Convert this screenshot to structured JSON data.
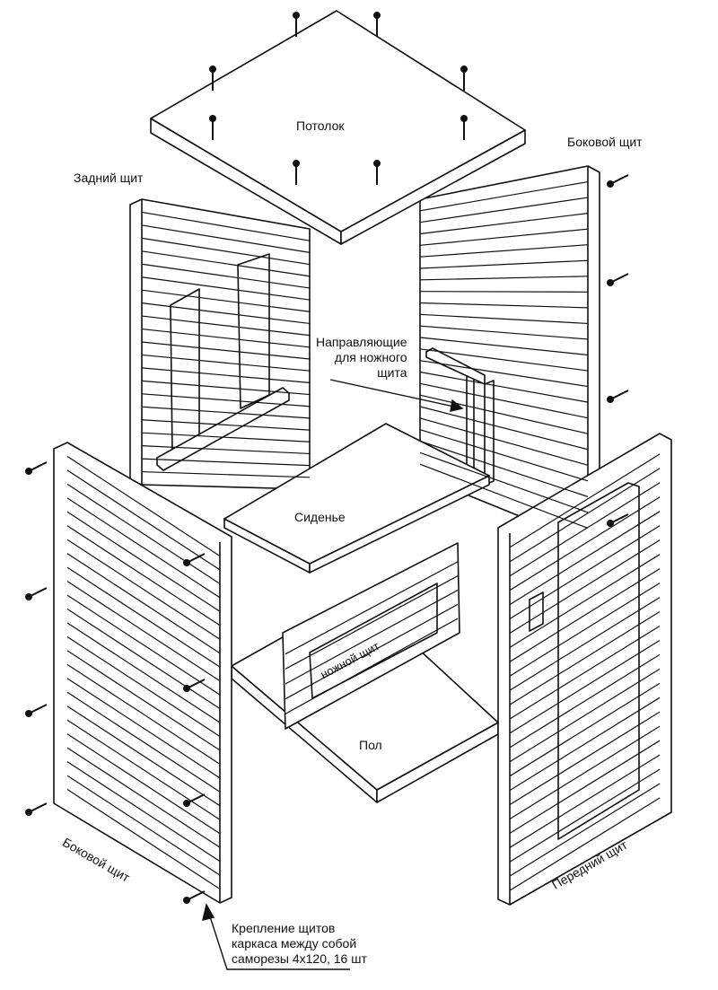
{
  "labels": {
    "ceiling": "Потолок",
    "side_panel_right": "Боковой щит",
    "back_panel": "Задний щит",
    "guides_line1": "Направляющие",
    "guides_line2": "для ножного",
    "guides_line3": "щита",
    "seat": "Сиденье",
    "foot_panel": "ножной щит",
    "floor": "Пол",
    "side_panel_left": "Боковой щит",
    "front_panel": "Передний щит",
    "note_line1": "Крепление щитов",
    "note_line2": "каркаса между собой",
    "note_line3": "саморезы 4x120, 16 шт"
  },
  "colors": {
    "line": "#111111",
    "background": "#ffffff"
  }
}
